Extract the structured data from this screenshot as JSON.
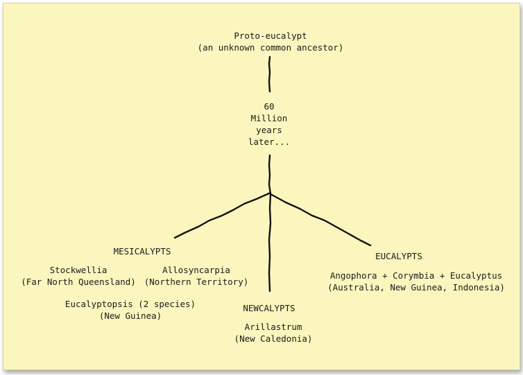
{
  "root": {
    "title": "Proto-eucalypt",
    "subtitle": "(an unknown common ancestor)"
  },
  "time_label": {
    "line1": "60",
    "line2": "Million",
    "line3": "years",
    "line4": "later..."
  },
  "branches": {
    "mesicalypts": {
      "label": "MESICALYPTS",
      "taxa": [
        {
          "name": "Stockwellia",
          "region": "(Far North Queensland)"
        },
        {
          "name": "Allosyncarpia",
          "region": "(Northern Territory)"
        },
        {
          "name": "Eucalyptopsis (2 species)",
          "region": "(New Guinea)"
        }
      ]
    },
    "newcalypts": {
      "label": "NEWCALYPTS",
      "taxa": [
        {
          "name": "Arillastrum",
          "region": "(New Caledonia)"
        }
      ]
    },
    "eucalypts": {
      "label": "EUCALYPTS",
      "taxa": [
        {
          "name": "Angophora + Corymbia + Eucalyptus",
          "region": "(Australia, New Guinea, Indonesia)"
        }
      ]
    }
  }
}
